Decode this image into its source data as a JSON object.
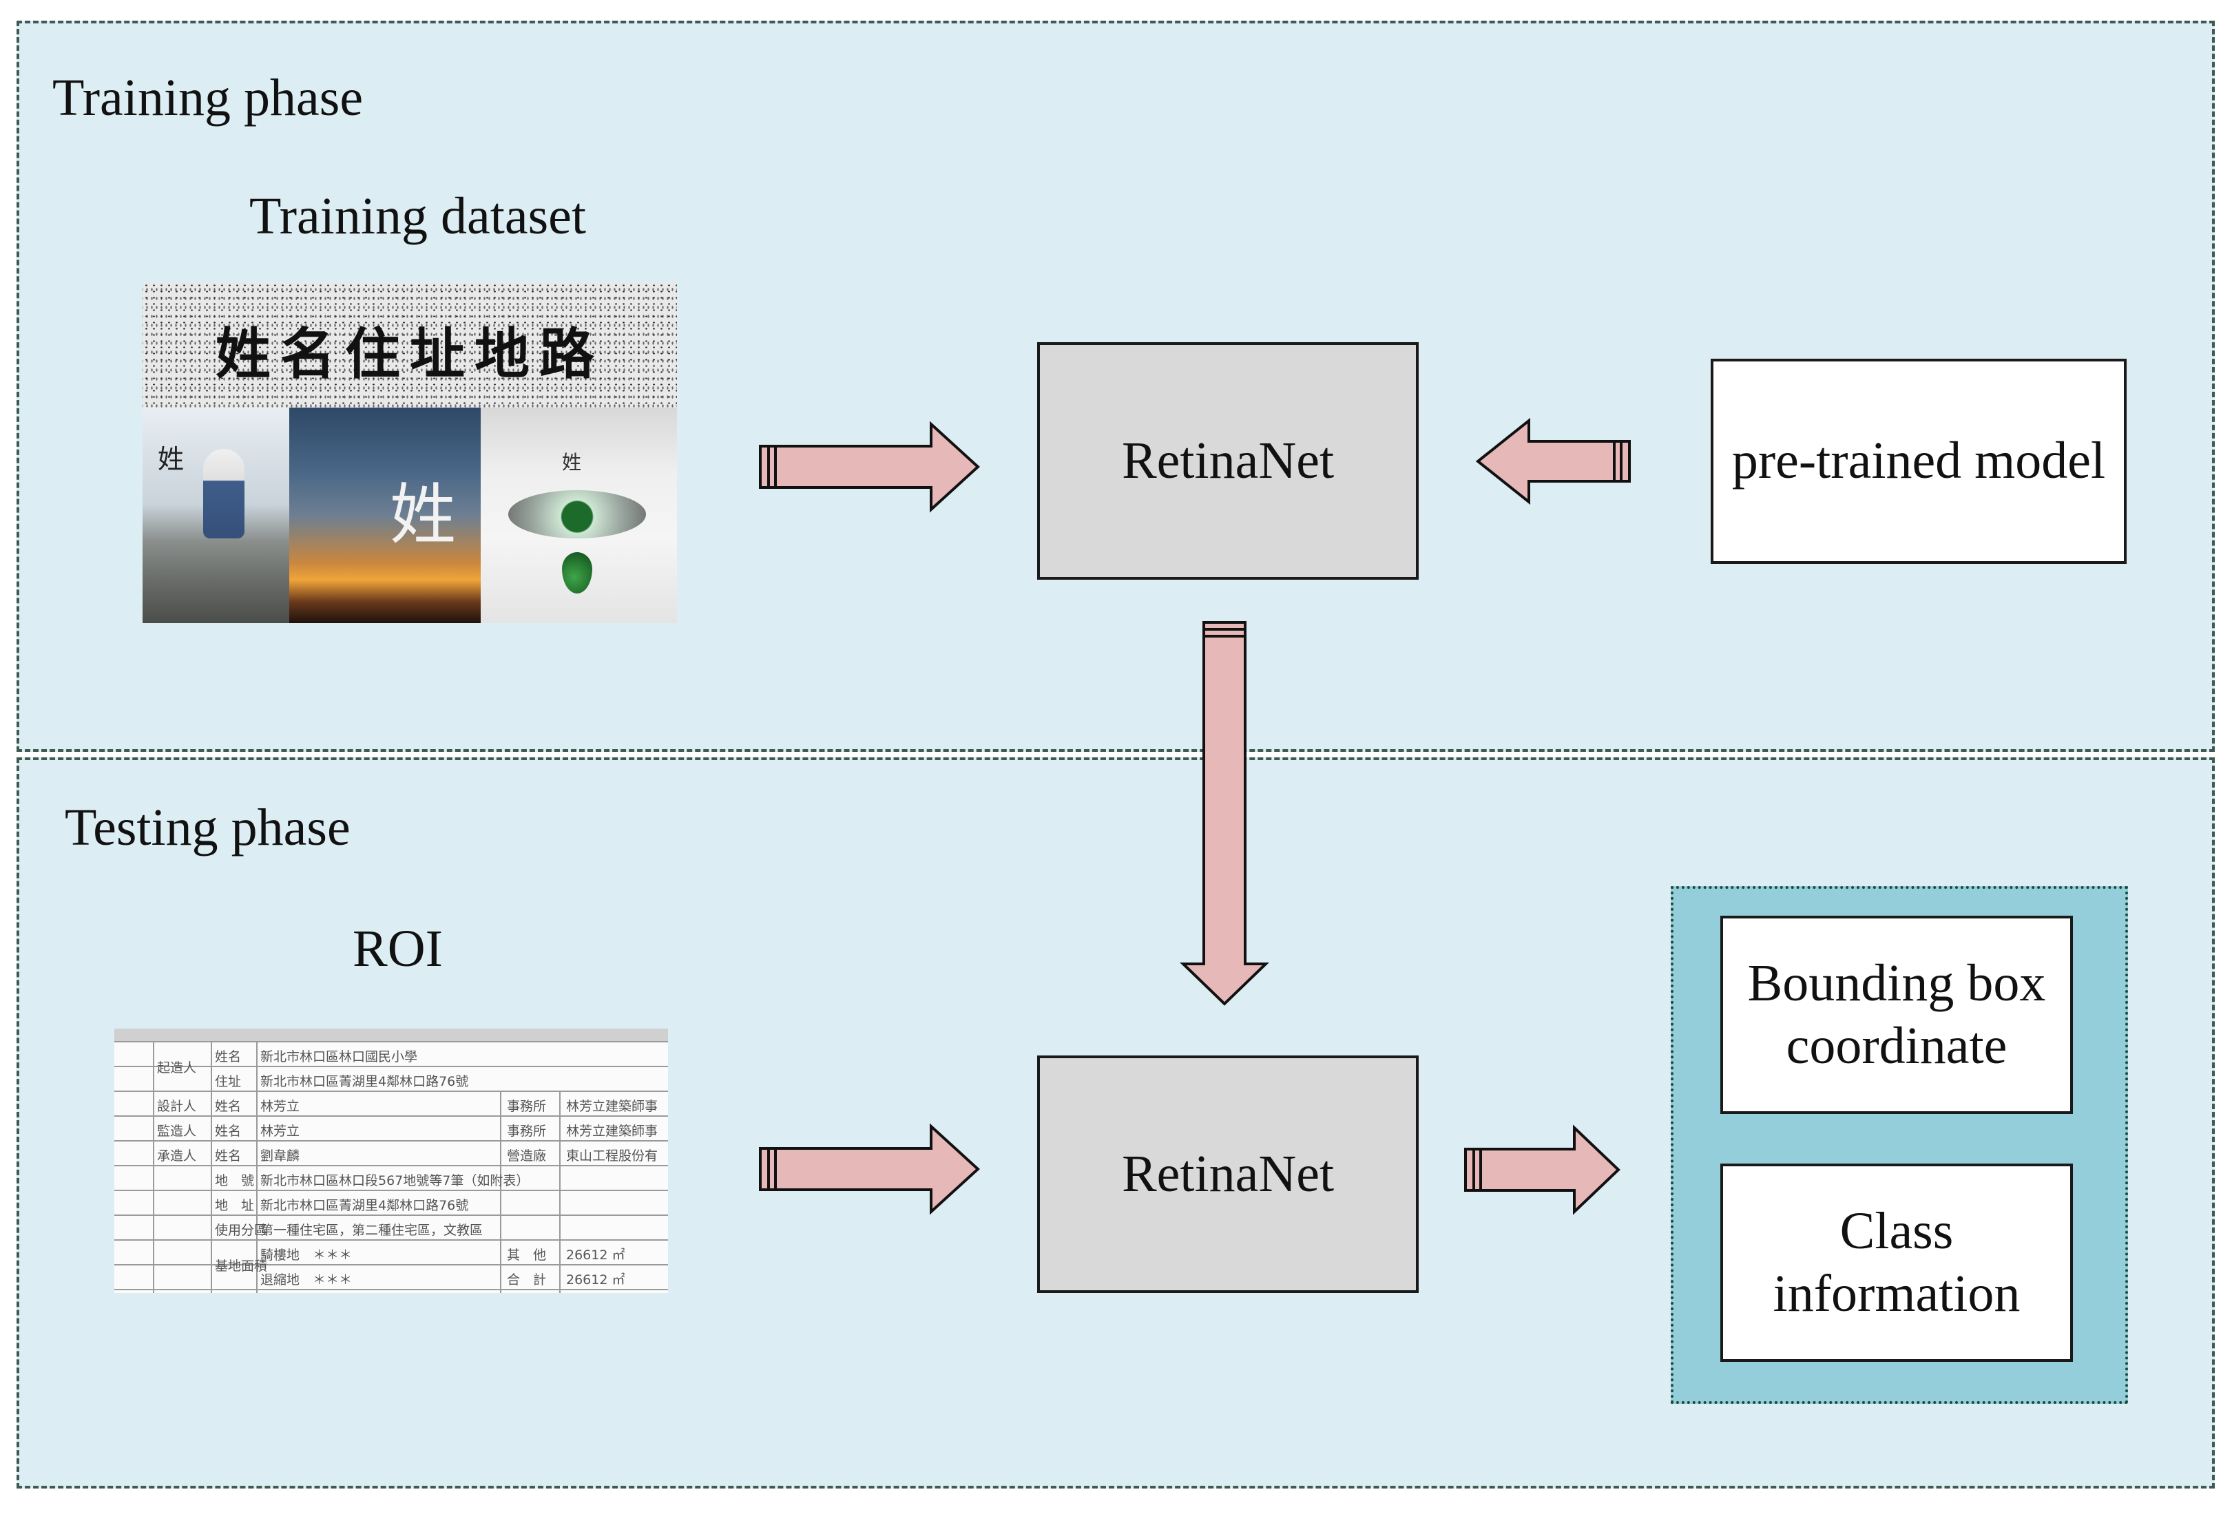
{
  "training": {
    "title": "Training phase",
    "dataset_label": "Training dataset",
    "dataset_banner": "姓名住址地路",
    "photo_chars": [
      "姓",
      "姓",
      "姓"
    ],
    "retinanet_label": "RetinaNet",
    "pretrained_label": "pre-trained model"
  },
  "testing": {
    "title": "Testing phase",
    "roi_label": "ROI",
    "retinanet_label": "RetinaNet",
    "outputs": {
      "bbox_line1": "Bounding box",
      "bbox_line2": "coordinate",
      "class_line1": "Class",
      "class_line2": "information"
    },
    "roi_doc_rows": [
      {
        "c1": "起造人",
        "c2": "姓名",
        "c3": "新北市林口區林口國民小學",
        "c4": "",
        "c5": ""
      },
      {
        "c1": "",
        "c2": "住址",
        "c3": "新北市林口區菁湖里4鄰林口路76號",
        "c4": "",
        "c5": ""
      },
      {
        "c1": "設計人",
        "c2": "姓名",
        "c3": "林芳立",
        "c4": "事務所",
        "c5": "林芳立建築師事"
      },
      {
        "c1": "監造人",
        "c2": "姓名",
        "c3": "林芳立",
        "c4": "事務所",
        "c5": "林芳立建築師事"
      },
      {
        "c1": "承造人",
        "c2": "姓名",
        "c3": "劉韋麟",
        "c4": "營造廠",
        "c5": "東山工程股份有"
      },
      {
        "c1": "",
        "c2": "地　號",
        "c3": "新北市林口區林口段567地號等7筆（如附表）",
        "c4": "",
        "c5": ""
      },
      {
        "c1": "",
        "c2": "地　址",
        "c3": "新北市林口區菁湖里4鄰林口路76號",
        "c4": "",
        "c5": ""
      },
      {
        "c1": "",
        "c2": "使用分區",
        "c3": "第一種住宅區，第二種住宅區，文教區",
        "c4": "",
        "c5": ""
      },
      {
        "c1": "",
        "c2": "基地面積",
        "c3": "騎樓地　＊＊＊",
        "c4": "其　他",
        "c5": "26612 ㎡"
      },
      {
        "c1": "",
        "c2": "",
        "c3": "退縮地　＊＊＊",
        "c4": "合　計",
        "c5": "26612 ㎡"
      }
    ]
  },
  "colors": {
    "phase_bg": "#dcedf3",
    "arrow_fill": "#e6b8b7",
    "retinanet_fill": "#d9d9d9",
    "output_panel": "#94cedb"
  }
}
